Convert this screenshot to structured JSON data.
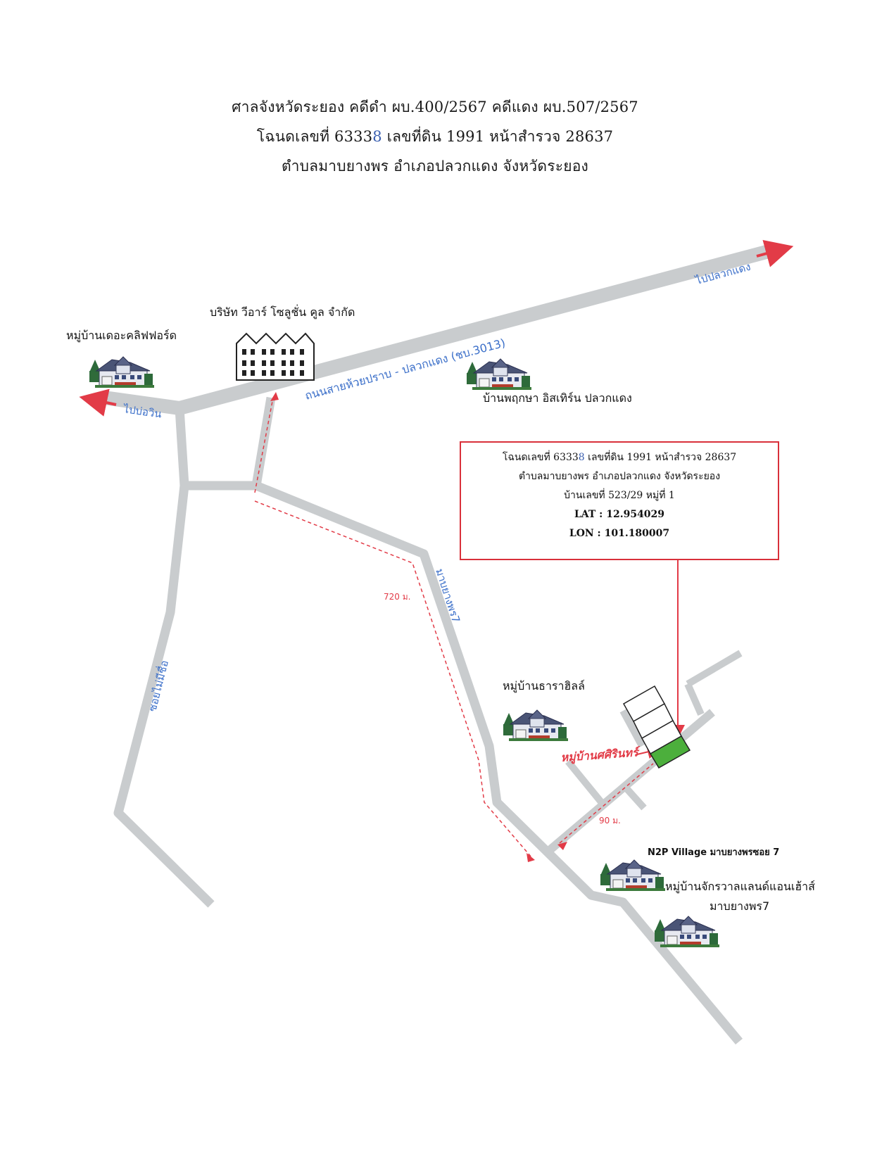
{
  "title": {
    "line1": "ศาลจังหวัดระยอง คดีดำ ผบ.400/2567 คดีแดง ผบ.507/2567",
    "line2_a": "โฉนดเลขที่ 6333",
    "line2_b": "8",
    "line2_c": " เลขที่ดิน 1991 หน้าสำรวจ 28637",
    "line3": "ตำบลมาบยางพร อำเภอปลวกแดง จังหวัดระยอง"
  },
  "places": {
    "cliffford": "หมู่บ้านเดอะคลิฟฟอร์ด",
    "company": "บริษัท วีอาร์ โซลูชั่น คูล จำกัด",
    "eastern": "บ้านพฤกษา อิสเทิร์น ปลวกแดง",
    "tara": "หมู่บ้านธาราฮิลล์",
    "sirin": "หมู่บ้านศศิรินทร์",
    "n2p": "N2P Village มาบยางพรซอย 7",
    "jakrawan_1": "หมู่บ้านจักรวาลแลนด์แอนเฮ้าส์",
    "jakrawan_2": "มาบยางพร7"
  },
  "roads": {
    "main_road": "ถนนสายห้วยปราบ - ปลวกแดง (ชบ.3013)",
    "to_pluak_daeng": "ไปปลวกแดง",
    "to_bo_win": "ไปบ่อวิน",
    "unnamed_soi": "ซอยไม่มีชื่อ",
    "map_yang_phon": "มาบยางพร7"
  },
  "distances": {
    "d720": "720 ม.",
    "d90": "90 ม."
  },
  "info_box": {
    "line1_a": "โฉนดเลขที่ 6333",
    "line1_b": "8",
    "line1_c": " เลขที่ดิน 1991 หน้าสำรวจ 28637",
    "line2": "ตำบลมาบยางพร อำเภอปลวกแดง จังหวัดระยอง",
    "line3": "บ้านเลขที่ 523/29 หมู่ที่ 1",
    "line4": "LAT : 12.954029",
    "line5": "LON :  101.180007"
  },
  "colors": {
    "road": "#c9ccce",
    "arrow": "#e23b47",
    "road_label": "#3b6fc9",
    "plot": "#4caf3c",
    "box_border": "#d9303a"
  }
}
